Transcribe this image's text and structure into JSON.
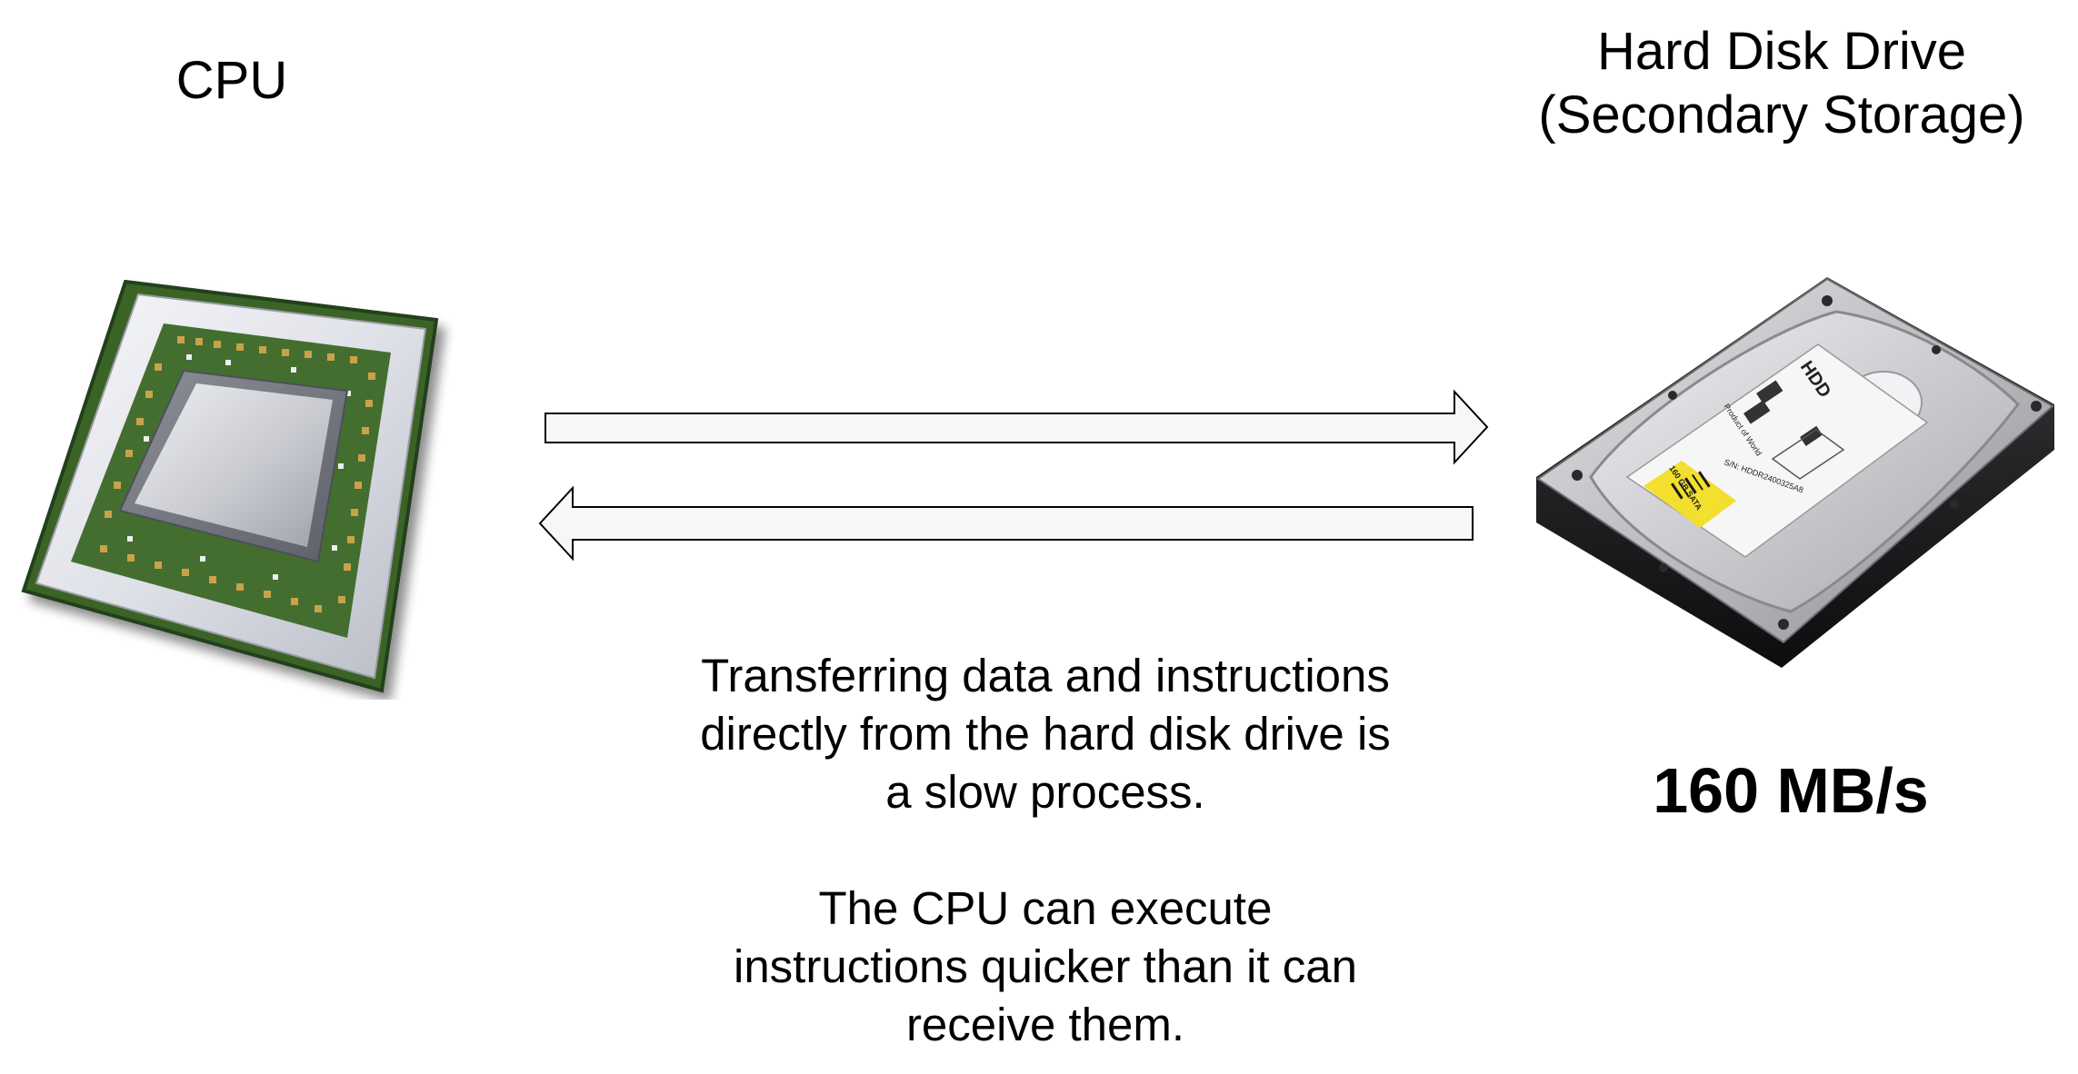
{
  "diagram": {
    "cpu_label": "CPU",
    "hdd_label": {
      "line1": "Hard Disk Drive",
      "line2": "(Secondary Storage)"
    },
    "hdd_speed": "160 MB/s",
    "description": {
      "paragraph1": [
        "Transferring data and instructions",
        "directly from the hard disk drive is",
        "a slow process."
      ],
      "paragraph2": [
        "The CPU can execute",
        "instructions quicker than it can",
        "receive them."
      ]
    },
    "hdd_sticker": {
      "brand": "HDD",
      "product": "Product of World",
      "capacity": "160 GB SATA",
      "serial": "S/N: HDDR2400325A8"
    },
    "arrows": {
      "top": "cpu-to-hdd",
      "bottom": "hdd-to-cpu"
    },
    "colors": {
      "chip_board": "#3f6a2c",
      "chip_frame": "#e4e6ec",
      "chip_die": "#c7c9cf",
      "hdd_body": "#b8b7ba",
      "hdd_base": "#1d1d1f",
      "sticker_accent": "#f4e23a"
    }
  }
}
